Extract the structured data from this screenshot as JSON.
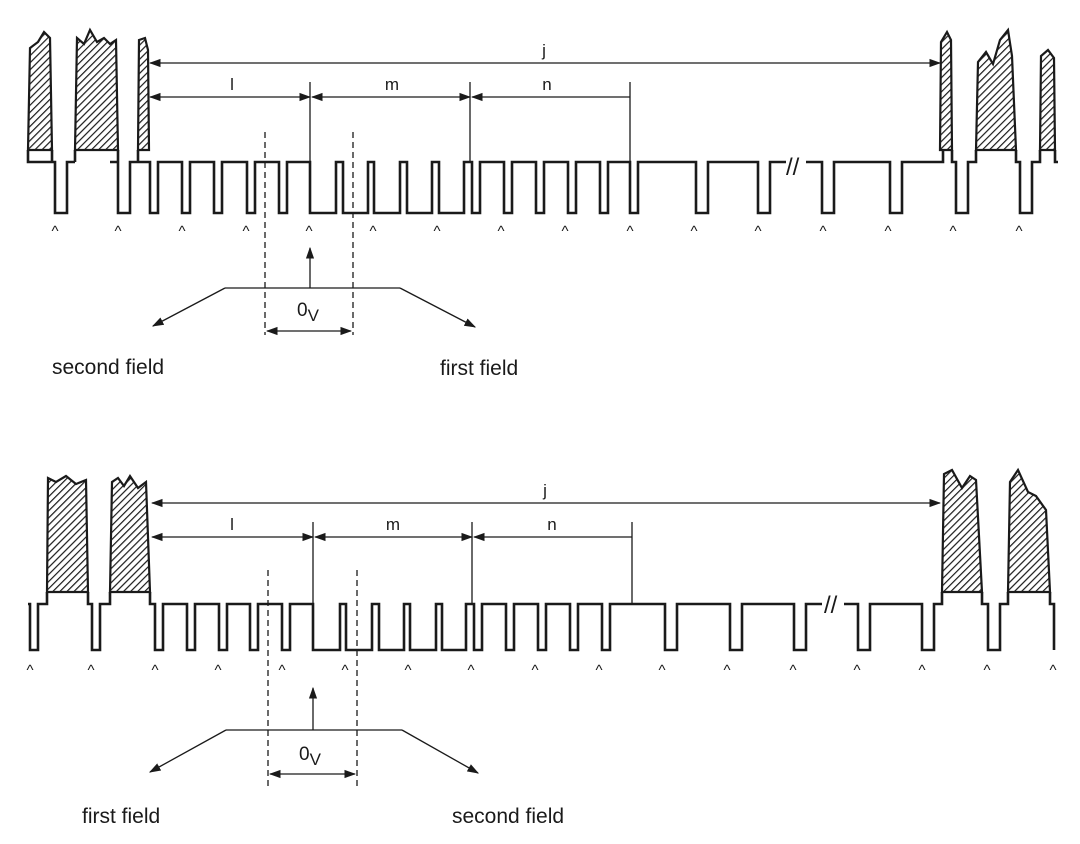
{
  "diagrams": [
    {
      "id": "top",
      "labels": {
        "j": "j",
        "l": "l",
        "m": "m",
        "n": "n",
        "ov_main": "0",
        "ov_sub": "V",
        "left_field": "second field",
        "right_field": "first field"
      },
      "break_mark": "//",
      "caret_count": 16
    },
    {
      "id": "bottom",
      "labels": {
        "j": "j",
        "l": "l",
        "m": "m",
        "n": "n",
        "ov_main": "0",
        "ov_sub": "V",
        "left_field": "first field",
        "right_field": "second field"
      },
      "break_mark": "//",
      "caret_count": 17
    }
  ],
  "caret_glyph": "^"
}
